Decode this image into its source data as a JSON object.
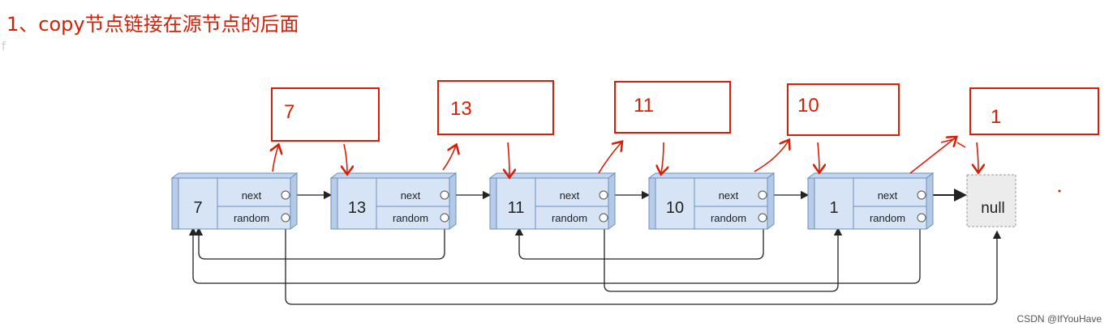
{
  "title": "1、copy节点链接在源节点的后面",
  "stray_char": "f",
  "watermark": "CSDN @IfYouHave",
  "field_labels": {
    "next": "next",
    "random": "random"
  },
  "null_label": "null",
  "nodes": [
    {
      "value": "7"
    },
    {
      "value": "13"
    },
    {
      "value": "11"
    },
    {
      "value": "10"
    },
    {
      "value": "1"
    }
  ],
  "copies": [
    {
      "value": "7"
    },
    {
      "value": "13"
    },
    {
      "value": "11"
    },
    {
      "value": "10"
    },
    {
      "value": "1"
    }
  ],
  "colors": {
    "node_fill": "#d6e4f5",
    "node_stroke": "#6a8fbf",
    "accent_red": "#d81e06",
    "null_fill": "#ececec"
  }
}
